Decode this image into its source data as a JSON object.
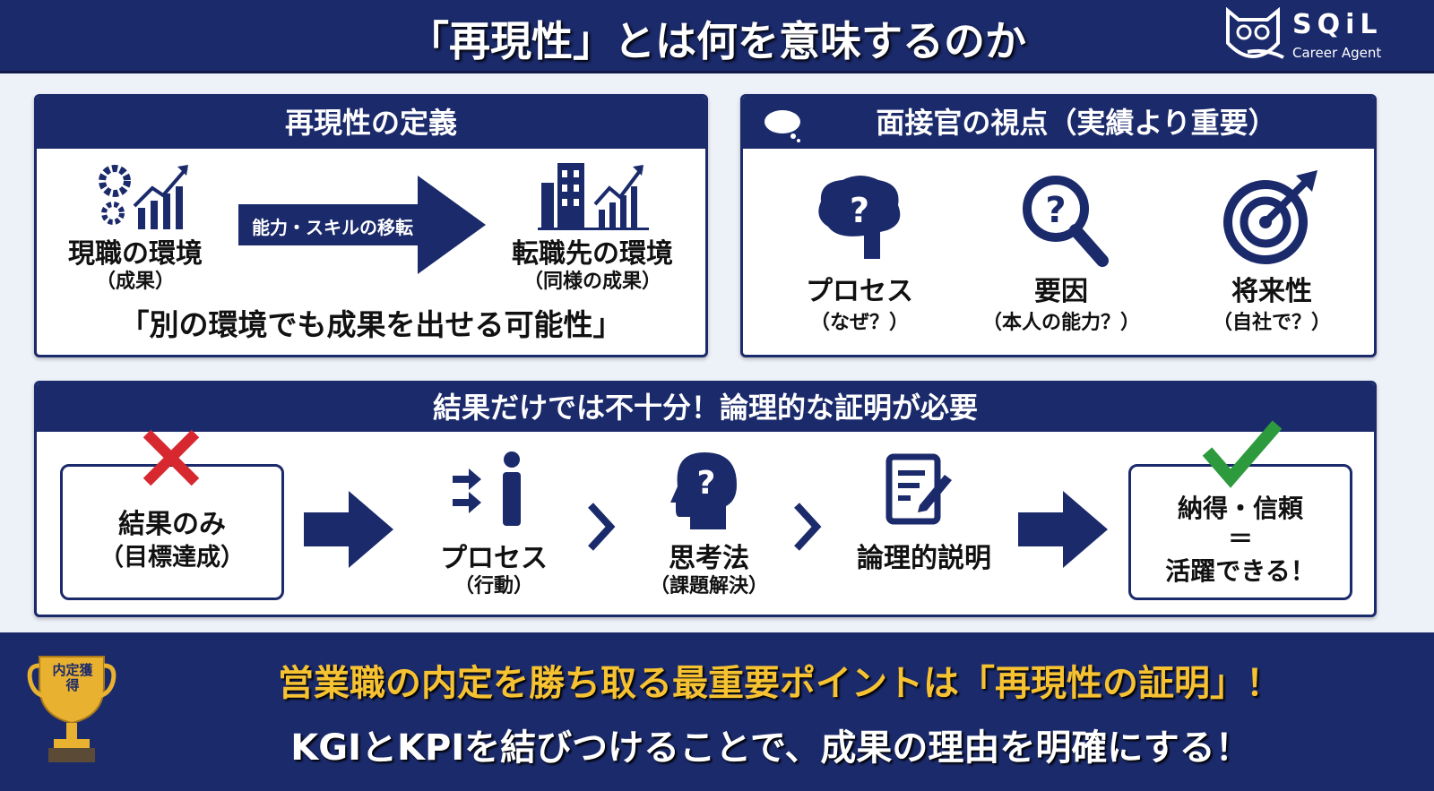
{
  "header": {
    "title": "「再現性」とは何を意味するのか",
    "logo": {
      "name": "SQiL",
      "tagline": "Career Agent"
    }
  },
  "definition": {
    "title": "再現性の定義",
    "from": {
      "label": "現職の環境",
      "sub": "（成果）",
      "icon": "gear-chart-icon"
    },
    "arrow_label": "能力・スキルの移転",
    "to": {
      "label": "転職先の環境",
      "sub": "（同様の成果）",
      "icon": "building-chart-icon"
    },
    "summary": "「別の環境でも成果を出せる可能性」"
  },
  "interviewer": {
    "title": "面接官の視点（実績より重要）",
    "items": [
      {
        "label": "プロセス",
        "sub": "（なぜ？）",
        "icon": "brain-question-icon"
      },
      {
        "label": "要因",
        "sub": "（本人の能力？）",
        "icon": "magnifier-question-icon"
      },
      {
        "label": "将来性",
        "sub": "（自社で？）",
        "icon": "target-arrow-icon"
      }
    ]
  },
  "proof": {
    "title": "結果だけでは不十分！論理的な証明が必要",
    "result_only": {
      "label": "結果のみ",
      "sub": "（目標達成）"
    },
    "steps": [
      {
        "label": "プロセス",
        "sub": "（行動）"
      },
      {
        "label": "思考法",
        "sub": "（課題解決）"
      },
      {
        "label": "論理的説明",
        "sub": ""
      }
    ],
    "outcome": {
      "line1": "納得・信頼",
      "line2": "＝",
      "line3": "活躍できる！"
    }
  },
  "footer": {
    "badge": "内定獲得",
    "line1": "営業職の内定を勝ち取る最重要ポイントは「再現性の証明」！",
    "line2": "KGIとKPIを結びつけることで、成果の理由を明確にする！"
  },
  "colors": {
    "navy": "#1b2a6b",
    "gold": "#f6c232",
    "red": "#d7282f",
    "green": "#2e9a3e"
  }
}
